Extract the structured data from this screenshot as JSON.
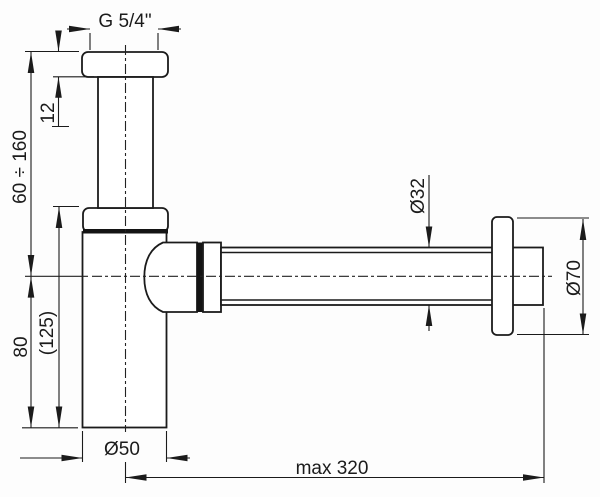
{
  "diagram": {
    "kind": "bottle-trap-siphon-technical-drawing",
    "dimensions": {
      "thread_size": "G 5/4\"",
      "flange_thickness": "12",
      "height_adjustable": "60 ÷ 160",
      "axis_to_bottom": "80",
      "body_height_total": "(125)",
      "cup_diameter": "Ø50",
      "pipe_diameter": "Ø32",
      "rosette_diameter": "Ø70",
      "horizontal_reach": "max 320"
    }
  }
}
